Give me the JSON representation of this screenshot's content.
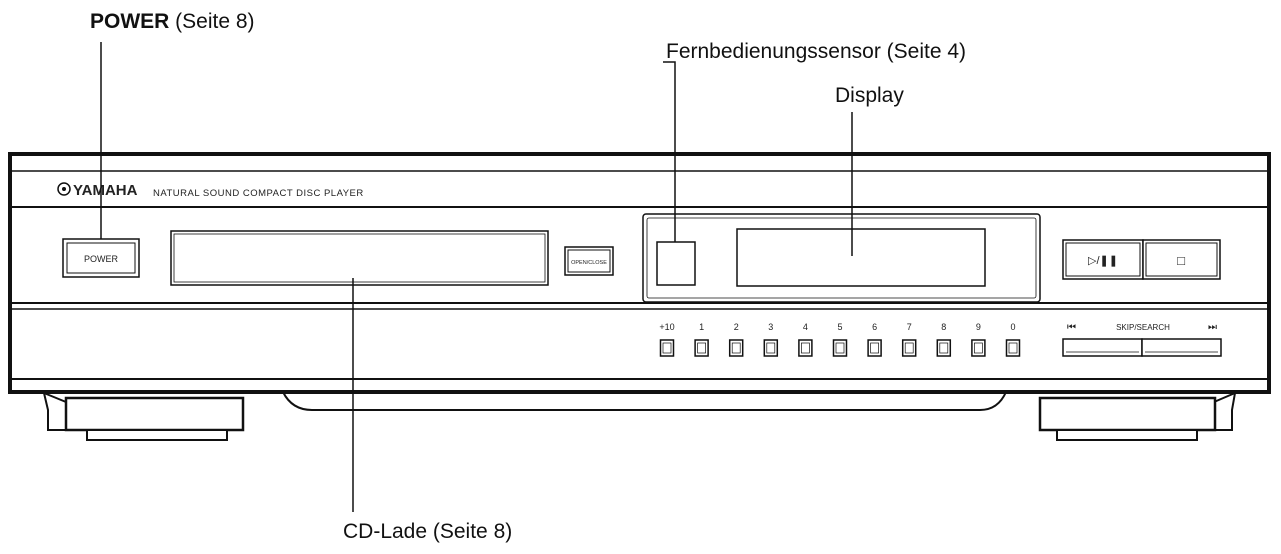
{
  "callouts": {
    "power_strong": "POWER",
    "power_rest": " (Seite 8)",
    "sensor": "Fernbedienungssensor (Seite 4)",
    "display": "Display",
    "tray": "CD-Lade (Seite 8)"
  },
  "device": {
    "brand": "YAMAHA",
    "subtitle": "NATURAL SOUND   COMPACT DISC PLAYER",
    "power_button": "POWER",
    "open_close_button": "OPEN/CLOSE",
    "play_pause": "▷/❚❚",
    "stop": "□",
    "skip_search": "SKIP/SEARCH",
    "skip_back_icon": "⏮",
    "skip_fwd_icon": "⏭",
    "number_labels": [
      "+10",
      "1",
      "2",
      "3",
      "4",
      "5",
      "6",
      "7",
      "8",
      "9",
      "0"
    ]
  }
}
